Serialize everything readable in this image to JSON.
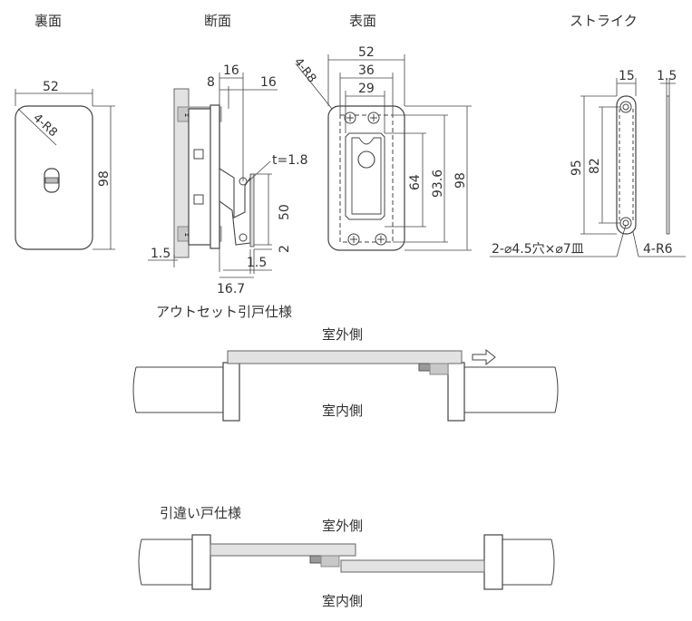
{
  "titles": {
    "back": "裏面",
    "section": "断面",
    "front": "表面",
    "strike": "ストライク"
  },
  "back_view": {
    "width": "52",
    "height": "98",
    "radius": "4-R8"
  },
  "section_view": {
    "d8": "8",
    "d16a": "16",
    "d16b": "16",
    "thickness": "t=1.8",
    "d50": "50",
    "d2": "2",
    "d15a": "1.5",
    "d15b": "1.5",
    "d167": "16.7"
  },
  "front_view": {
    "radius": "4-R8",
    "w52": "52",
    "w36": "36",
    "w29": "29",
    "h64": "64",
    "h936": "93.6",
    "h98": "98"
  },
  "strike_view": {
    "w15": "15",
    "t15": "1.5",
    "h95": "95",
    "h82": "82",
    "hole": "2-⌀4.5穴×⌀7皿",
    "radius": "4-R6"
  },
  "outset": {
    "caption": "アウトセット引戸仕様",
    "outside": "室外側",
    "inside": "室内側"
  },
  "bypass": {
    "caption": "引違い戸仕様",
    "outside": "室外側",
    "inside": "室内側"
  }
}
